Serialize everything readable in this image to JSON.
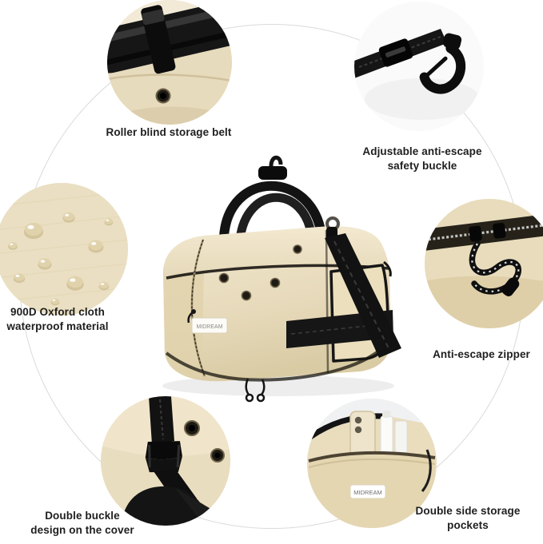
{
  "meta": {
    "background": "#ffffff",
    "beige": "#e8dcc0",
    "black": "#161616",
    "circle_stroke": "#dadada"
  },
  "brand": {
    "label": "MIDREAM"
  },
  "features": {
    "roller_blind": {
      "label": "Roller blind storage belt"
    },
    "safety_buckle": {
      "label": "Adjustable anti-escape\nsafety buckle"
    },
    "oxford_cloth": {
      "label": "900D Oxford cloth\nwaterproof material"
    },
    "zipper": {
      "label": "Anti-escape zipper"
    },
    "double_buckle": {
      "label": "Double buckle\ndesign on the cover"
    },
    "side_pockets": {
      "label": "Double side storage\npockets"
    }
  }
}
